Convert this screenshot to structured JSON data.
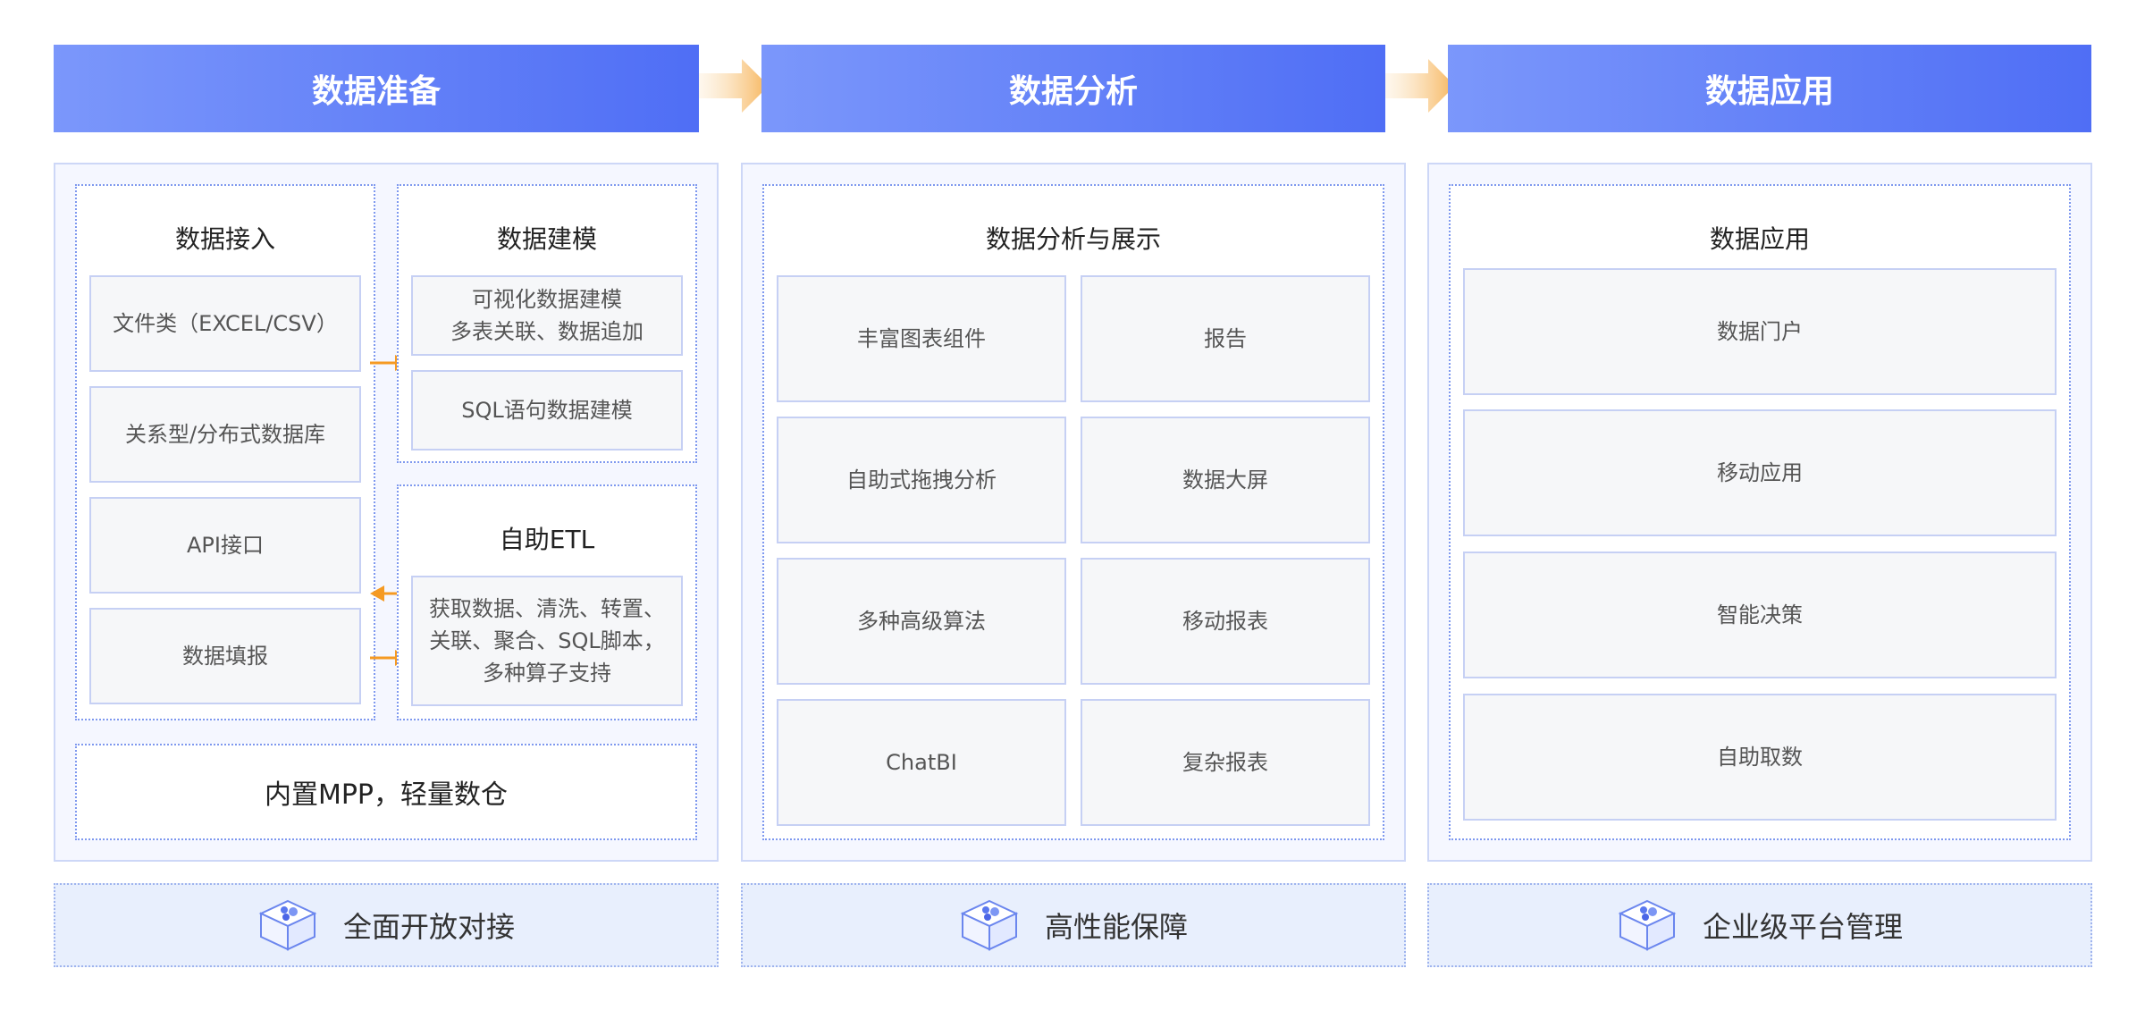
{
  "stages": {
    "prepare": "数据准备",
    "analyze": "数据分析",
    "apply": "数据应用"
  },
  "prepare": {
    "ingest": {
      "title": "数据接入",
      "items": [
        "文件类（EXCEL/CSV）",
        "关系型/分布式数据库",
        "API接口",
        "数据填报"
      ]
    },
    "modeling": {
      "title": "数据建模",
      "items": [
        {
          "line1": "可视化数据建模",
          "line2": "多表关联、数据追加"
        },
        {
          "line1": "SQL语句数据建模"
        }
      ]
    },
    "etl": {
      "title": "自助ETL",
      "lines": [
        "获取数据、清洗、转置、",
        "关联、聚合、SQL脚本，",
        "多种算子支持"
      ]
    },
    "warehouse": "内置MPP，轻量数仓"
  },
  "analysis": {
    "title": "数据分析与展示",
    "items": [
      "丰富图表组件",
      "报告",
      "自助式拖拽分析",
      "数据大屏",
      "多种高级算法",
      "移动报表",
      "ChatBI",
      "复杂报表"
    ]
  },
  "application": {
    "title": "数据应用",
    "items": [
      "数据门户",
      "移动应用",
      "智能决策",
      "自助取数"
    ]
  },
  "footers": [
    "全面开放对接",
    "高性能保障",
    "企业级平台管理"
  ],
  "icons": {
    "flow_arrow": "chevron-right-arrow-icon",
    "side_arrow": "orange-arrow-icon",
    "footer": "cube-icon"
  },
  "colors": {
    "stage_gradient_start": "#7b97fb",
    "stage_gradient_end": "#4f6ef5",
    "flow_arrow": "#f7b55b",
    "side_arrow": "#f59a23",
    "panel_bg": "#f5f7ff",
    "footer_bg": "#e8effd"
  }
}
